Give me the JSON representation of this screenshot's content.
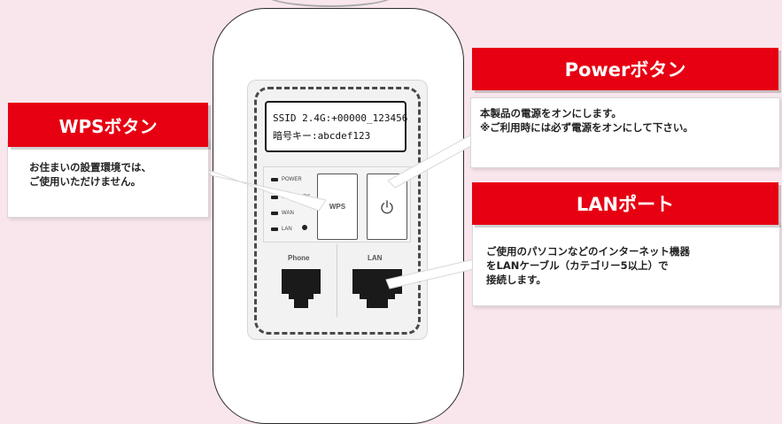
{
  "device": {
    "ssid_line": "SSID 2.4G:+00000_123456",
    "key_line": "暗号キー:abcdef123",
    "leds": [
      "POWER",
      "Wi-Fi / WPS",
      "WAN",
      "LAN"
    ],
    "wps_button_label": "WPS",
    "ports": {
      "phone_label": "Phone",
      "lan_label": "LAN"
    }
  },
  "callouts": {
    "wps": {
      "title": "WPSボタン",
      "lines": [
        "お住まいの設置環境では、",
        "ご使用いただけません。"
      ]
    },
    "power": {
      "title": "Powerボタン",
      "lines": [
        "本製品の電源をオンにします。",
        "※ご利用時には必ず電源をオンにして下さい。"
      ]
    },
    "lan": {
      "title": "LANポート",
      "lines": [
        "ご使用のパソコンなどのインターネット機器",
        "をLANケーブル（カテゴリー5以上）で",
        "接続します。"
      ]
    }
  },
  "colors": {
    "accent": "#e60012",
    "background": "#f9e6ec"
  }
}
